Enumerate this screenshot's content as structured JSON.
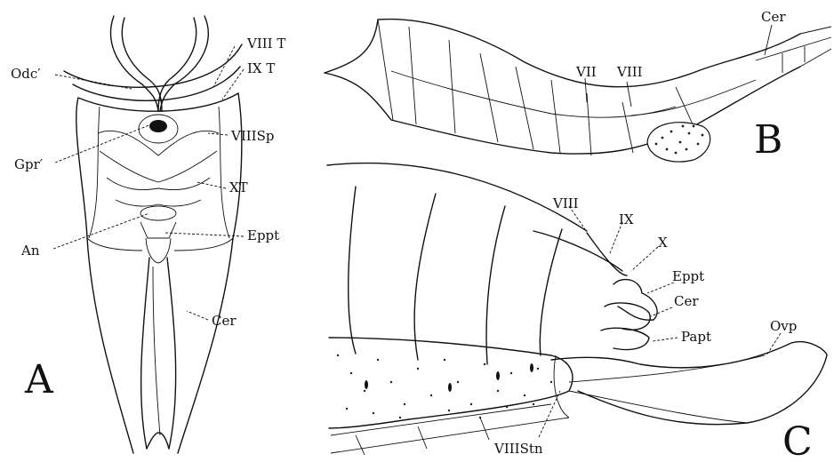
{
  "panel_a": {
    "letter": "A",
    "labels": {
      "odc": "Odc′",
      "viii_t": "VIII T",
      "ix_t": "IX T",
      "viii_sp": "VIIISp",
      "gpr": "Gpr′",
      "x_t": "XT",
      "an": "An",
      "eppt": "Eppt",
      "cer": "Cer"
    }
  },
  "panel_b": {
    "letter": "B",
    "labels": {
      "cer": "Cer",
      "vii": "VII",
      "viii": "VIII"
    }
  },
  "panel_c": {
    "letter": "C",
    "labels": {
      "viii": "VIII",
      "ix": "IX",
      "x": "X",
      "eppt": "Eppt",
      "cer": "Cer",
      "papt": "Papt",
      "ovp": "Ovp",
      "viii_stn": "VIIIStn"
    }
  }
}
